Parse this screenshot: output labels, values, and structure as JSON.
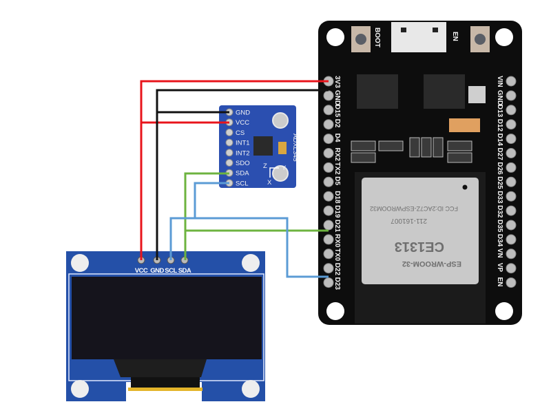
{
  "esp32": {
    "buttons": {
      "boot": "BOOT",
      "en": "EN"
    },
    "left_pins": [
      "3V3",
      "GND",
      "D15",
      "D2",
      "D4",
      "RX2",
      "TX2",
      "D5",
      "D18",
      "D19",
      "D21",
      "RX0",
      "TX0",
      "D22",
      "D23"
    ],
    "right_pins": [
      "VIN",
      "GND",
      "D13",
      "D12",
      "D14",
      "D27",
      "D26",
      "D25",
      "D33",
      "D32",
      "D35",
      "D34",
      "VN",
      "VP",
      "EN"
    ],
    "module": {
      "fcc": "FCC ID:2AC7Z-ESPWROOM32",
      "cert": "211-161007",
      "ce": "CE1313",
      "name": "ESP-WROOM-32"
    }
  },
  "adxl345": {
    "name": "ADXL345",
    "pins": [
      "GND",
      "VCC",
      "CS",
      "INT1",
      "INT2",
      "SDO",
      "SDA",
      "SCL"
    ],
    "axes": {
      "x": "X",
      "y": "Y",
      "z": "Z"
    }
  },
  "oled": {
    "pins": [
      "VCC",
      "GND",
      "SCL",
      "SDA"
    ]
  },
  "wire_colors": {
    "power": "#e8141b",
    "ground": "#111111",
    "sda": "#6db33f",
    "scl": "#5b9bd5"
  }
}
